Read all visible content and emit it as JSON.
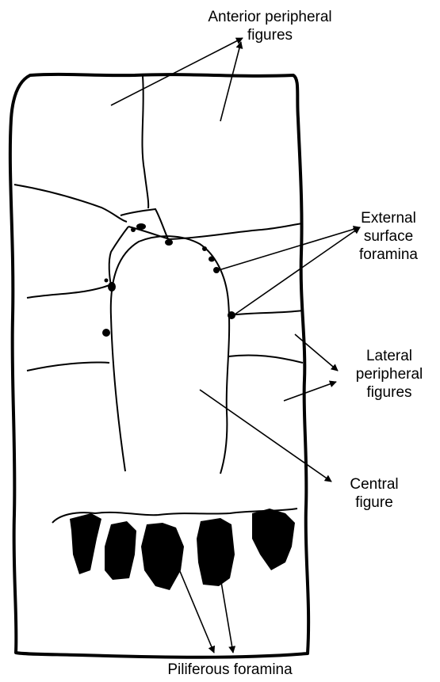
{
  "diagram": {
    "colors": {
      "ink": "#000000",
      "background": "#ffffff"
    },
    "labels": {
      "anterior_peripheral": {
        "line1": "Anterior peripheral",
        "line2": "figures"
      },
      "external_surface_foramina": {
        "line1": "External",
        "line2": "surface",
        "line3": "foramina"
      },
      "lateral_peripheral": {
        "line1": "Lateral",
        "line2": "peripheral",
        "line3": "figures"
      },
      "central": {
        "line1": "Central",
        "line2": "figure"
      },
      "piliferous_foramina": {
        "line1": "Piliferous foramina"
      }
    }
  }
}
